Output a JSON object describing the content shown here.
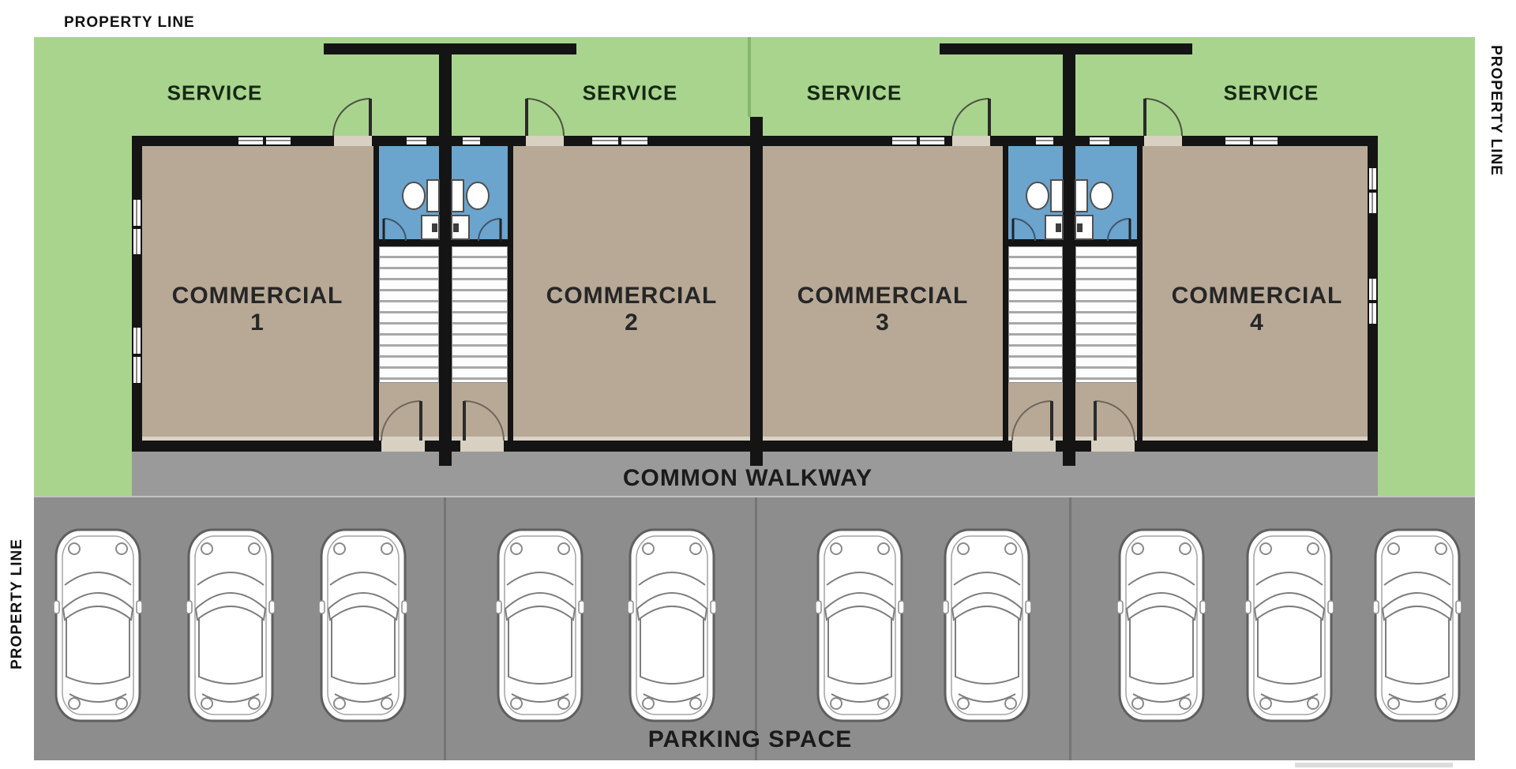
{
  "labels": {
    "property_line_top": "PROPERTY LINE",
    "property_line_left": "PROPERTY LINE",
    "property_line_right": "PROPERTY LINE",
    "common_walkway": "COMMON WALKWAY",
    "parking_space": "PARKING SPACE"
  },
  "service_areas": [
    {
      "label": "SERVICE"
    },
    {
      "label": "SERVICE"
    },
    {
      "label": "SERVICE"
    },
    {
      "label": "SERVICE"
    }
  ],
  "units": [
    {
      "label": "COMMERCIAL",
      "number": "1"
    },
    {
      "label": "COMMERCIAL",
      "number": "2"
    },
    {
      "label": "COMMERCIAL",
      "number": "3"
    },
    {
      "label": "COMMERCIAL",
      "number": "4"
    }
  ],
  "parking": {
    "car_count": 10
  },
  "colors": {
    "lawn": "#a9d48d",
    "floor": "#b8a997",
    "bathroom": "#6ba4cd",
    "walkway": "#9a9a9a",
    "parking": "#8d8d8d",
    "wall": "#141414",
    "car": "#ffffff"
  }
}
